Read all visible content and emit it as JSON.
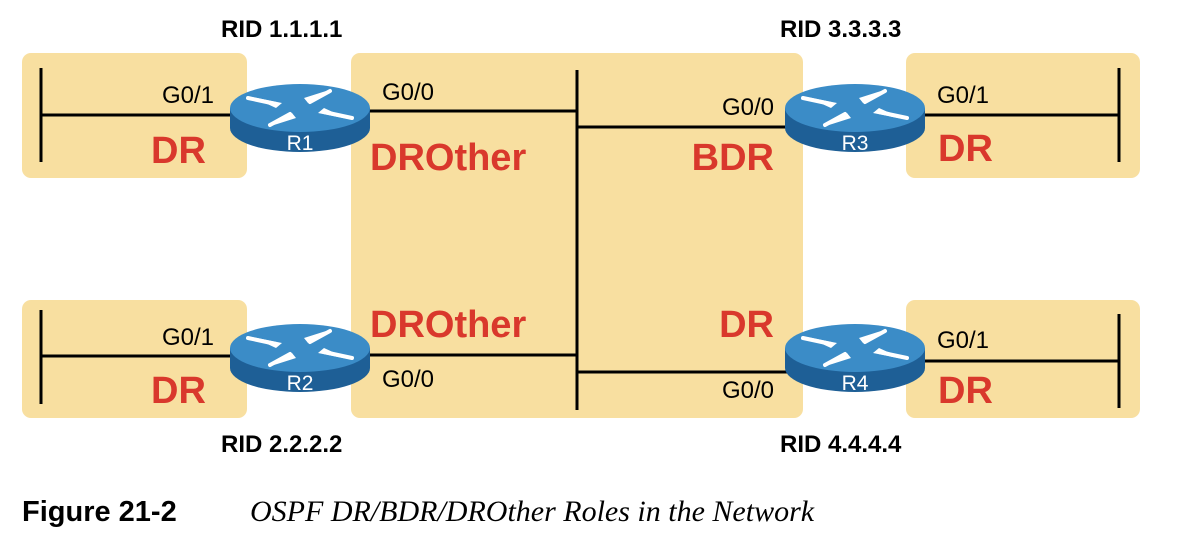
{
  "colors": {
    "subnet_fill": "#f8dfa0",
    "role_text": "#d9382c",
    "router_top": "#3b8cc7",
    "router_side": "#1e5f96",
    "line": "#000000"
  },
  "routers": [
    {
      "id": "r1",
      "name": "R1",
      "rid": "RID 1.1.1.1",
      "lan_if": "G0/1",
      "lan_role": "DR",
      "core_if": "G0/0",
      "core_role": "DROther"
    },
    {
      "id": "r2",
      "name": "R2",
      "rid": "RID 2.2.2.2",
      "lan_if": "G0/1",
      "lan_role": "DR",
      "core_if": "G0/0",
      "core_role": "DROther"
    },
    {
      "id": "r3",
      "name": "R3",
      "rid": "RID 3.3.3.3",
      "lan_if": "G0/1",
      "lan_role": "DR",
      "core_if": "G0/0",
      "core_role": "BDR"
    },
    {
      "id": "r4",
      "name": "R4",
      "rid": "RID 4.4.4.4",
      "lan_if": "G0/1",
      "lan_role": "DR",
      "core_if": "G0/0",
      "core_role": "DR"
    }
  ],
  "figure": {
    "number": "Figure 21-2",
    "title": "OSPF DR/BDR/DROther Roles in the Network"
  }
}
